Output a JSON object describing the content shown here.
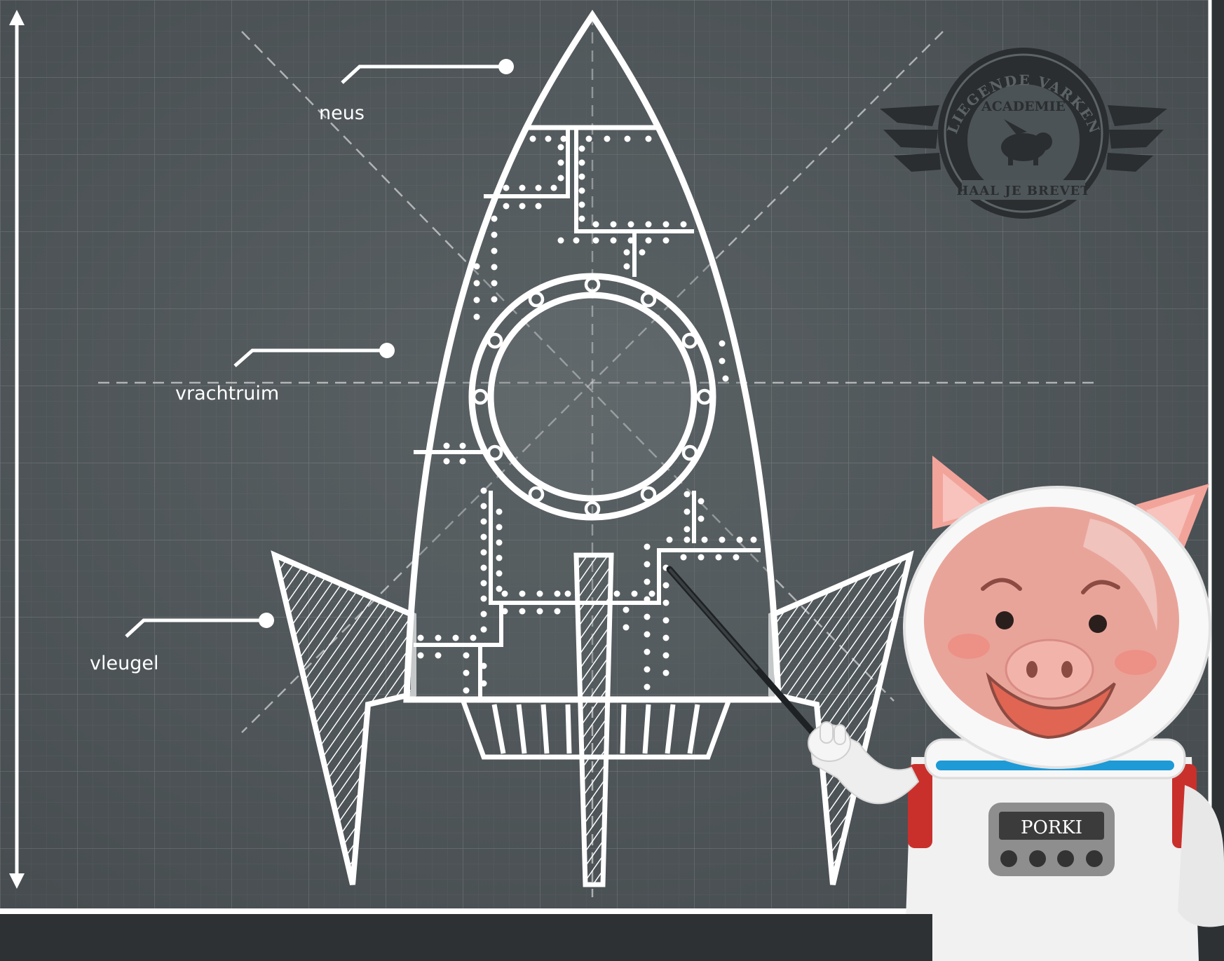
{
  "blueprint": {
    "labels": {
      "nose": "neus",
      "cargo_hold": "vrachtruim",
      "wing": "vleugel"
    },
    "colors": {
      "board": "#4f5659",
      "chalk": "#ffffff",
      "border": "#2d3133"
    }
  },
  "badge": {
    "arc_text": "VLIEGENDE VARKENS",
    "center_text": "ACADEMIE",
    "bottom_text": "HAAL JE BREVET",
    "icon": "flying-pig-icon"
  },
  "mascot": {
    "name_tag": "PORKI",
    "icon": "pig-astronaut-icon"
  }
}
